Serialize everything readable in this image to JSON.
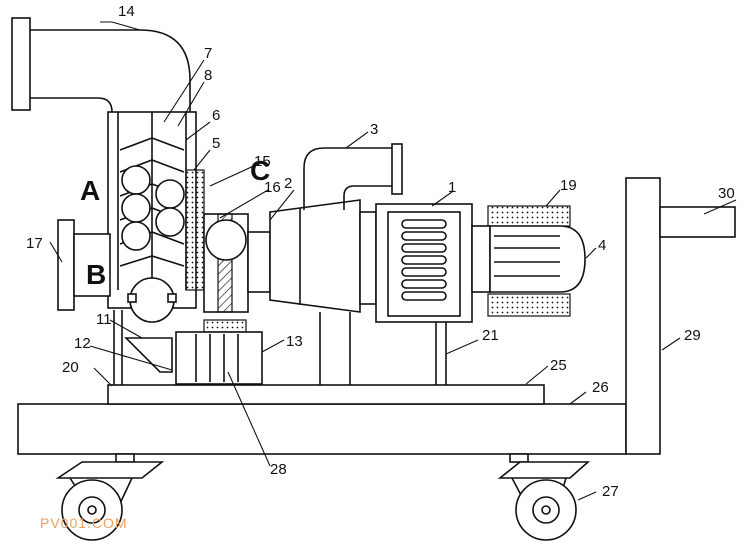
{
  "callouts": [
    "1",
    "2",
    "3",
    "4",
    "5",
    "6",
    "7",
    "8",
    "11",
    "12",
    "13",
    "14",
    "15",
    "16",
    "17",
    "19",
    "20",
    "21",
    "25",
    "26",
    "27",
    "28",
    "29",
    "30"
  ],
  "regions": [
    "A",
    "B",
    "C"
  ],
  "watermark": "PV001.COM"
}
